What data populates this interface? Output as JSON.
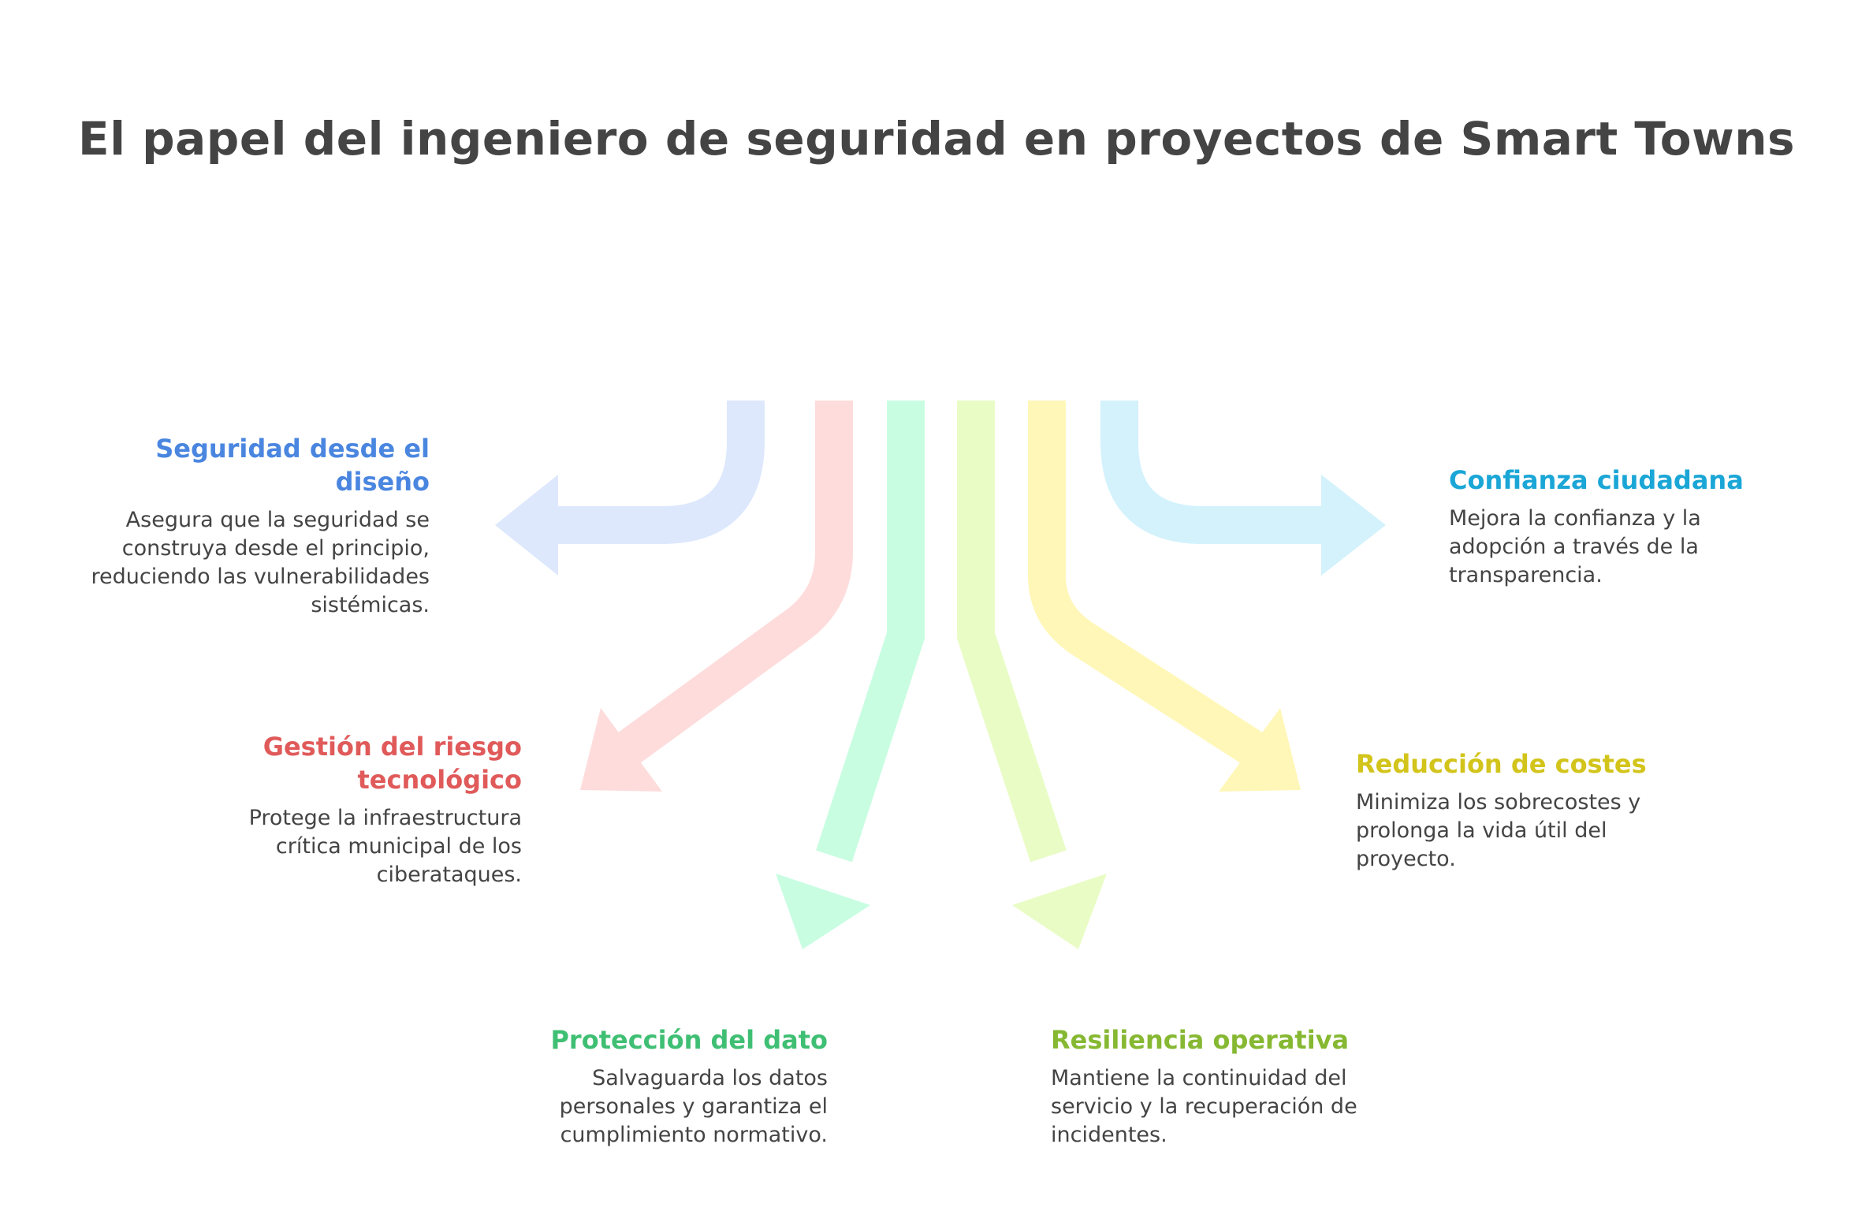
{
  "title": "El papel del ingeniero de seguridad en proyectos de Smart Towns",
  "colors": {
    "blue_text": "#4a86e0",
    "red_text": "#e05a5a",
    "green_text": "#3fbf73",
    "lime_text": "#86b832",
    "yellow_text": "#d2c41a",
    "cyan_text": "#1aa6d6",
    "blue_arrow": "#dde8fd",
    "red_arrow": "#fedcdc",
    "green_arrow": "#c8fde1",
    "lime_arrow": "#e9fcc6",
    "yellow_arrow": "#fff7b8",
    "cyan_arrow": "#d3f2fc"
  },
  "items": {
    "diseno": {
      "heading": "Seguridad desde el diseño",
      "description": "Asegura que la seguridad se construya desde el principio, reduciendo las vulnerabilidades sistémicas."
    },
    "riesgo": {
      "heading": "Gestión del riesgo tecnológico",
      "description": "Protege la infraestructura crítica municipal de los ciberataques."
    },
    "dato": {
      "heading": "Protección del dato",
      "description": "Salvaguarda los datos personales y garantiza el cumplimiento normativo."
    },
    "resiliencia": {
      "heading": "Resiliencia operativa",
      "description": "Mantiene la continuidad del servicio y la recuperación de incidentes."
    },
    "costes": {
      "heading": "Reducción de costes",
      "description": "Minimiza los sobrecostes y prolonga la vida útil del proyecto."
    },
    "confianza": {
      "heading": "Confianza ciudadana",
      "description": "Mejora la confianza y la adopción a través de la transparencia."
    }
  }
}
